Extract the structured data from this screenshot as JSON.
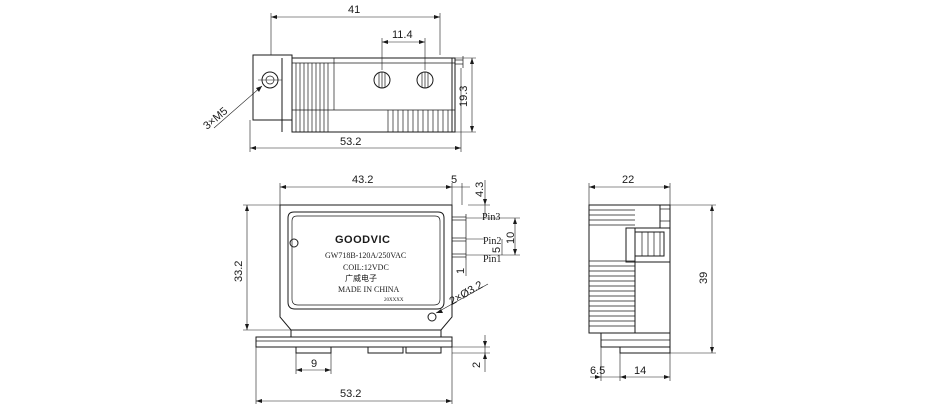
{
  "top_view": {
    "dim_overall_top": "41",
    "dim_terminal_pitch": "11.4",
    "dim_hole_callout": "3×M5",
    "dim_height": "19.3",
    "dim_overall_bottom": "53.2"
  },
  "front_view": {
    "dim_body_width": "43.2",
    "dim_pin_offset": "5",
    "dim_top_gap": "4.3",
    "dim_pin_spacing_5": "5",
    "dim_pin_spacing_10": "10",
    "dim_pin_spacing_1": "1",
    "dim_height": "33.2",
    "dim_mount_hole": "2×Ø3.2",
    "dim_foot_offset": "9",
    "dim_foot_thickness": "2",
    "dim_overall_width": "53.2",
    "pin_labels": [
      "Pin3",
      "Pin2",
      "Pin1"
    ],
    "label": {
      "brand": "GOODVIC",
      "model": "GW718B-120A/250VAC",
      "coil": "COIL:12VDC",
      "chinese": "广威电子",
      "origin": "MADE IN CHINA",
      "code": "20XXXX"
    }
  },
  "side_view": {
    "dim_width": "22",
    "dim_height": "39",
    "dim_left": "6.5",
    "dim_right": "14"
  }
}
